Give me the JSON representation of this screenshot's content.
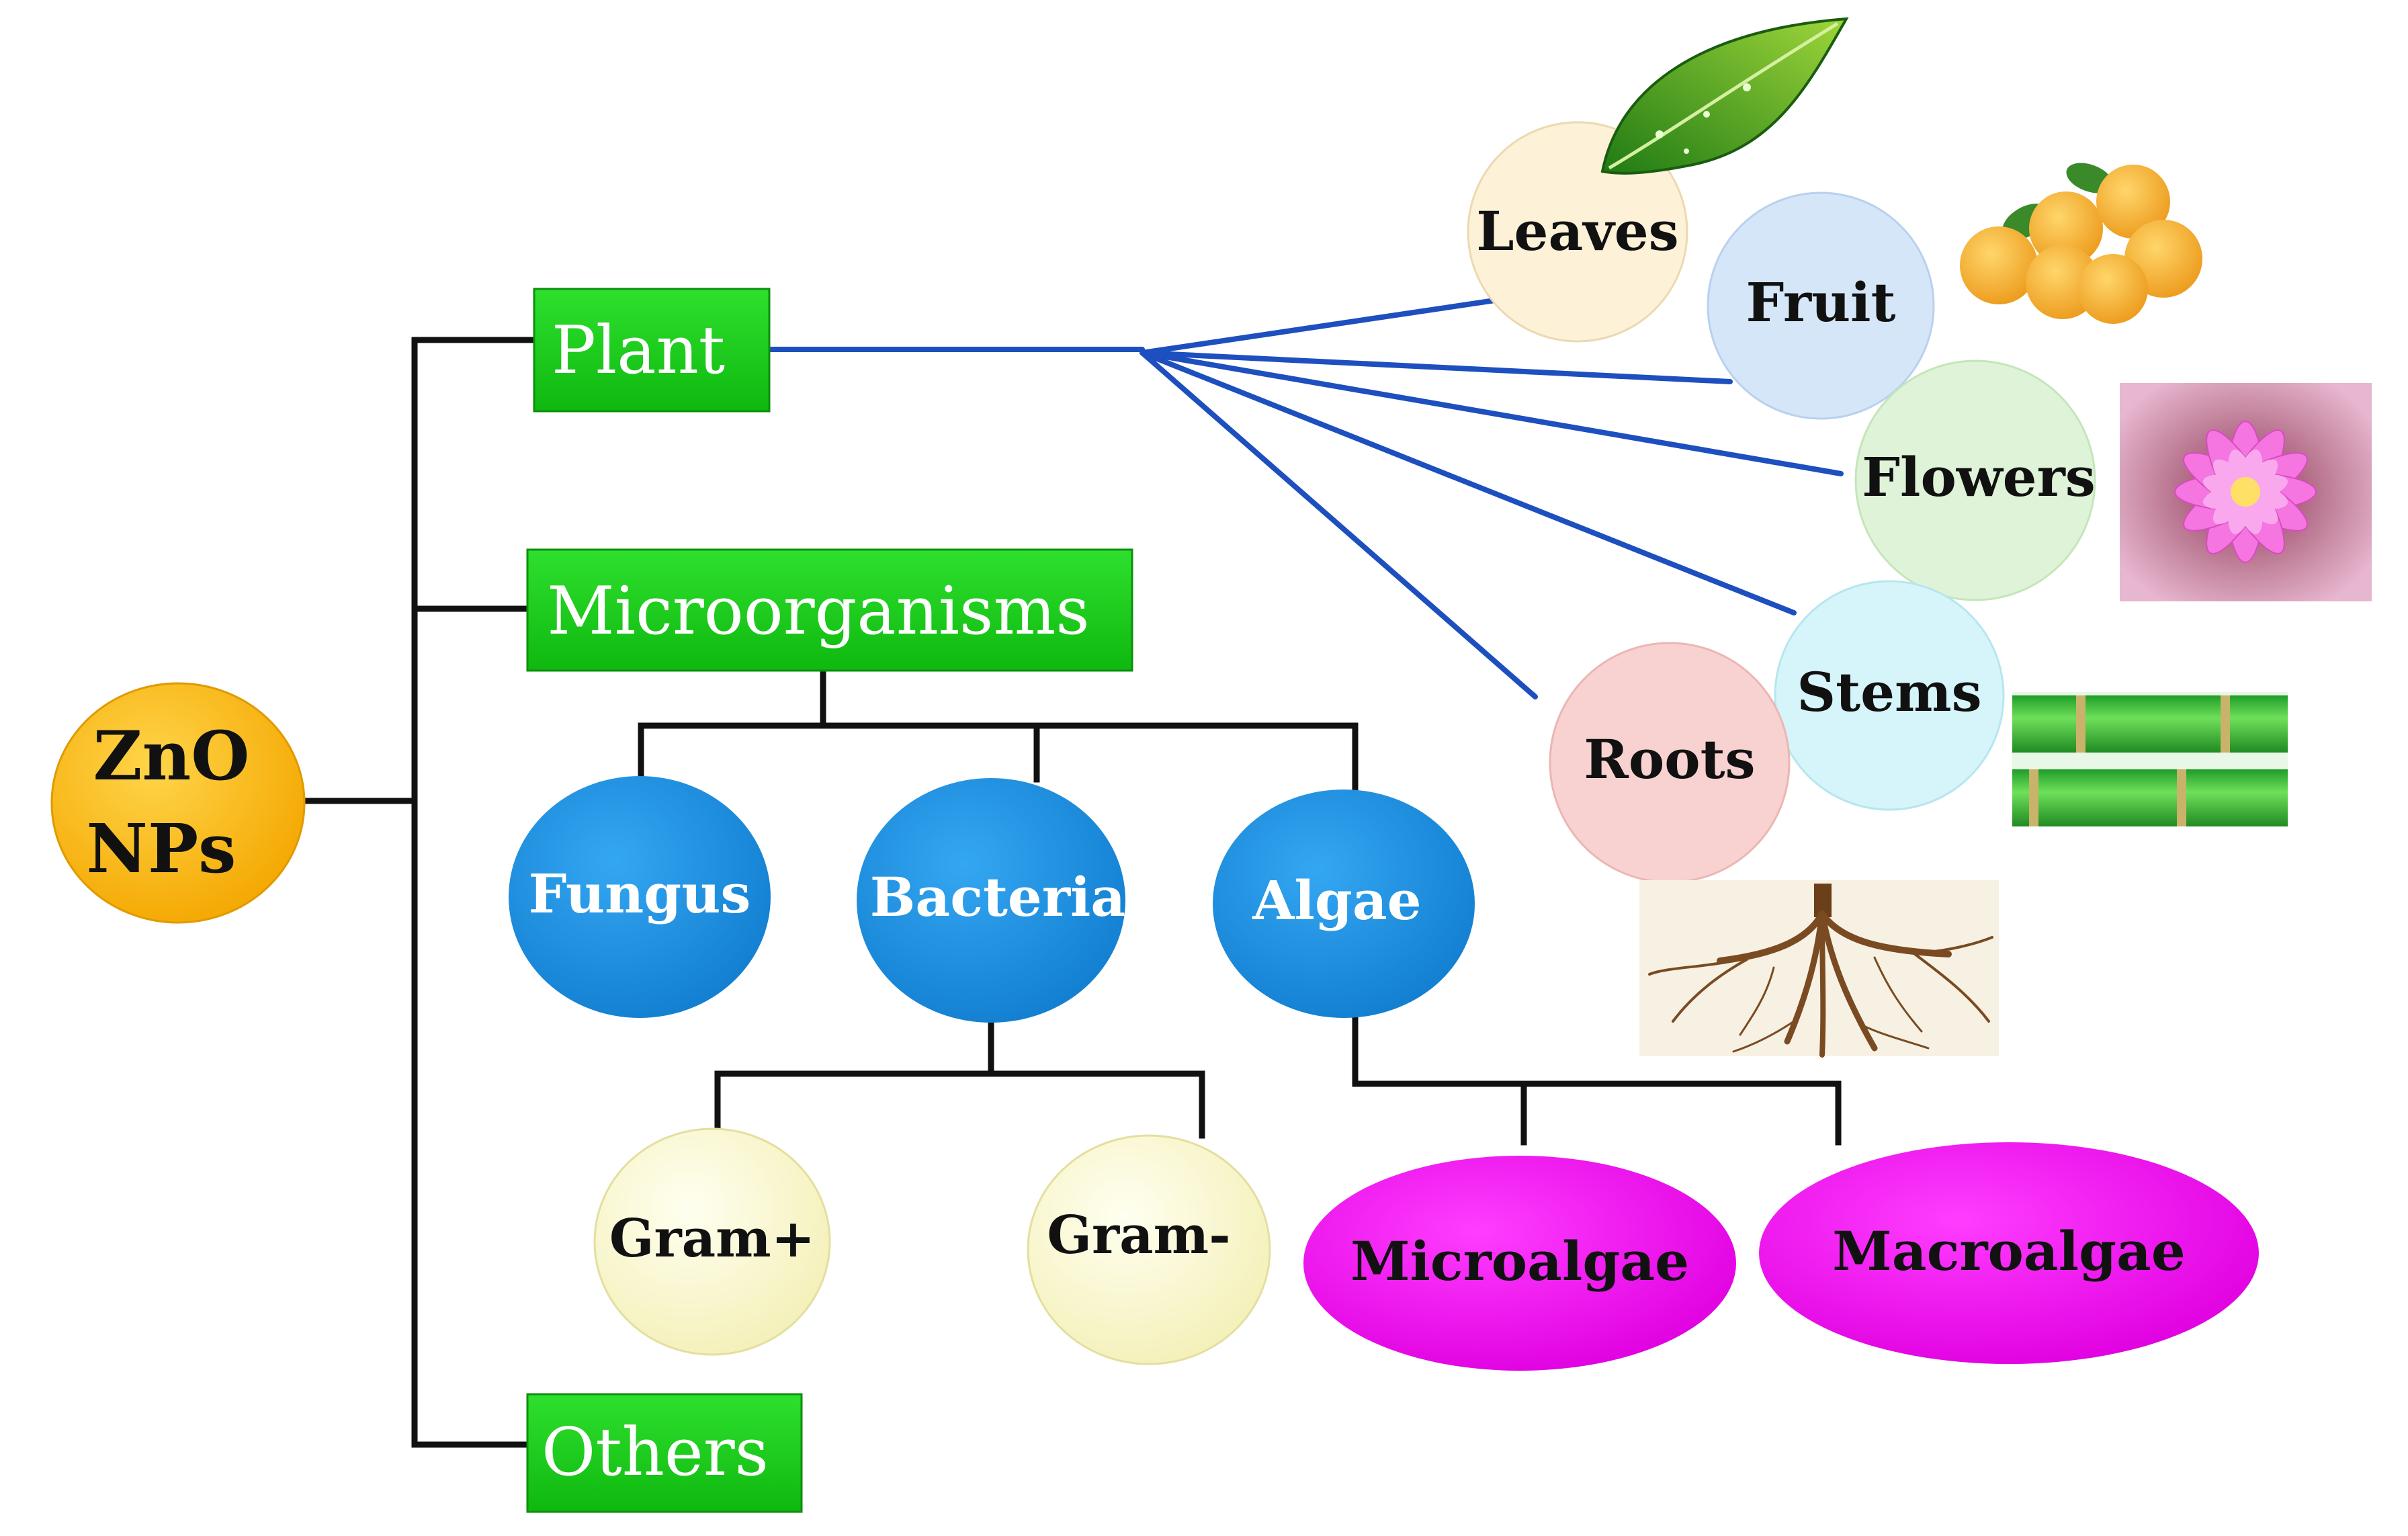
{
  "root": {
    "label_line1": "ZnO",
    "label_line2": "NPs"
  },
  "categories": {
    "plant": "Plant",
    "microorganisms": "Microorganisms",
    "others": "Others"
  },
  "plant_parts": {
    "leaves": "Leaves",
    "fruit": "Fruit",
    "flowers": "Flowers",
    "stems": "Stems",
    "roots": "Roots"
  },
  "microbes": {
    "fungus": "Fungus",
    "bacteria": "Bacteria",
    "algae": "Algae"
  },
  "bacteria_types": {
    "gram_pos": "Gram+",
    "gram_neg": "Gram-"
  },
  "algae_types": {
    "microalgae": "Microalgae",
    "macroalgae": "Macroalgae"
  },
  "colors": {
    "root_fill": "#fbb817",
    "category_green": "#18c418",
    "microbe_blue": "#1a8fe3",
    "gram_fill": "#fafad2",
    "algae_magenta": "#f00ff0",
    "plant_link": "#1d4fbf",
    "tree_line": "#111111",
    "leaves_fill": "#fdf1d8",
    "fruit_fill": "#d5e6f8",
    "flowers_fill": "#dff3d8",
    "stems_fill": "#d6f5fa",
    "roots_fill": "#f8d2d0"
  },
  "images": [
    "leaf",
    "apricots",
    "pink-flower",
    "bamboo-stems",
    "tree-roots"
  ]
}
